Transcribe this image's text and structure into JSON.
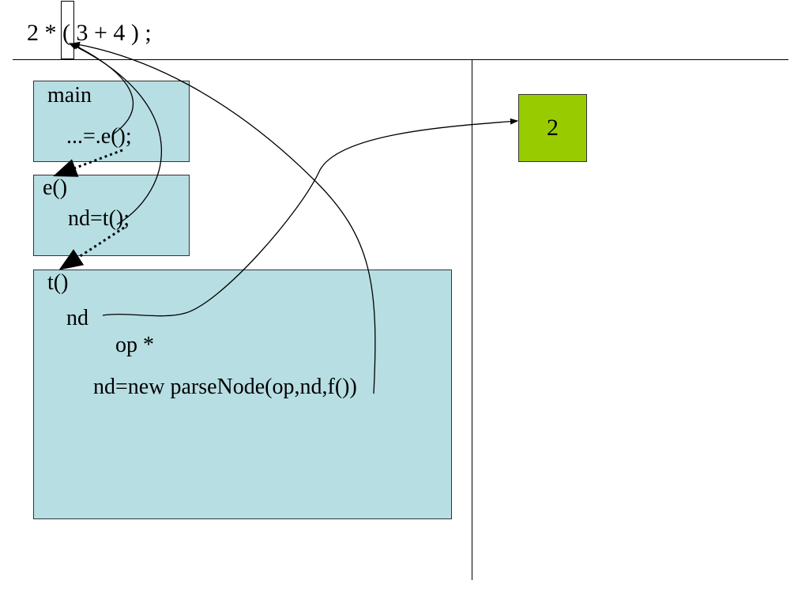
{
  "expression": "2 * ( 3 + 4 ) ;",
  "frames": {
    "main": {
      "label": "main",
      "code": "...=.e();"
    },
    "e": {
      "label": "e()",
      "code": "nd=t();"
    },
    "t": {
      "label": "t()",
      "nd_label": "nd",
      "op_label": "op *",
      "code": "nd=new parseNode(op,nd,f())"
    }
  },
  "result_node": {
    "value": "2",
    "color": "#99cc00"
  },
  "colors": {
    "frame_fill": "#b7dee3",
    "node_fill": "#99cc00",
    "line": "#000000"
  }
}
